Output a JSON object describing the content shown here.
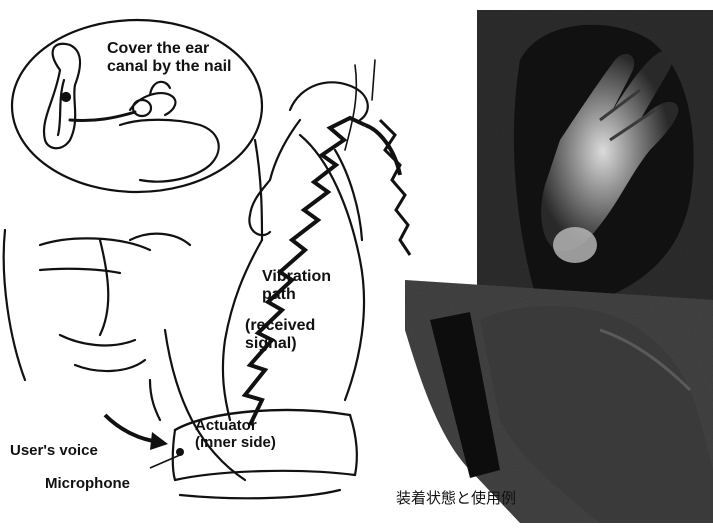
{
  "labels": {
    "cover_ear": "Cover the ear\ncanal by the nail",
    "vibration_path": "Vibration\npath",
    "received_signal": "(received\nsignal)",
    "actuator": "Actuator\n(inner side)",
    "users_voice": "User's voice",
    "microphone": "Microphone"
  },
  "caption": "装着状態と使用例",
  "colors": {
    "ink": "#111111",
    "photo_dark": "#1b1b1b",
    "photo_mid": "#6e6e6e",
    "photo_light": "#d8d8d8"
  }
}
